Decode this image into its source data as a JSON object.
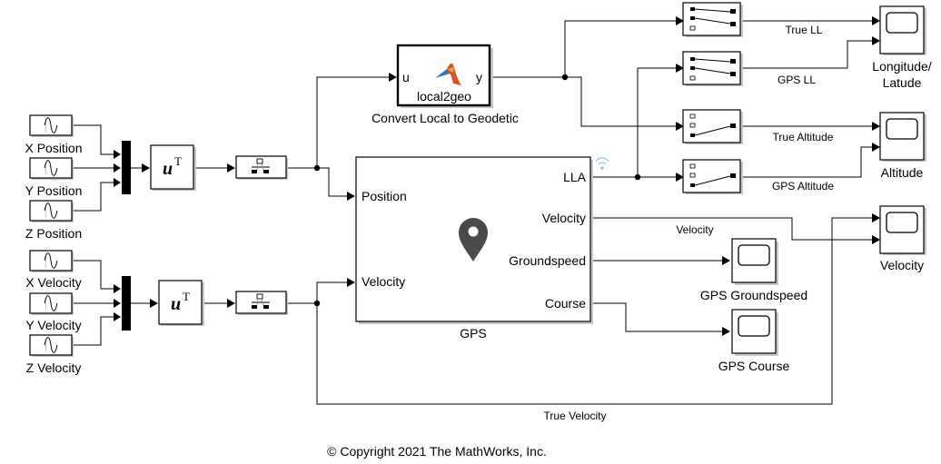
{
  "sources": {
    "position": [
      {
        "label": "X Position",
        "icon": "sine-wave-icon"
      },
      {
        "label": "Y Position",
        "icon": "sine-wave-icon"
      },
      {
        "label": "Z Position",
        "icon": "sine-wave-icon"
      }
    ],
    "velocity": [
      {
        "label": "X Velocity",
        "icon": "sine-wave-icon"
      },
      {
        "label": "Y Velocity",
        "icon": "sine-wave-icon"
      },
      {
        "label": "Z Velocity",
        "icon": "sine-wave-icon"
      }
    ]
  },
  "transpose": {
    "symbol": "u",
    "superscript": "T"
  },
  "local2geo": {
    "function_name": "local2geo",
    "input_port": "u",
    "output_port": "y",
    "caption": "Convert Local to Geodetic"
  },
  "gps": {
    "caption": "GPS",
    "inputs": [
      "Position",
      "Velocity"
    ],
    "outputs": [
      "LLA",
      "Velocity",
      "Groundspeed",
      "Course"
    ]
  },
  "signals": {
    "true_ll": "True LL",
    "gps_ll": "GPS LL",
    "true_altitude": "True Altitude",
    "gps_altitude": "GPS Altitude",
    "velocity": "Velocity",
    "true_velocity": "True Velocity"
  },
  "scopes": {
    "longitude_latitude": {
      "line1": "Longitude/",
      "line2": "Latude"
    },
    "altitude": "Altitude",
    "velocity": "Velocity",
    "gps_groundspeed": "GPS Groundspeed",
    "gps_course": "GPS Course"
  },
  "footer": {
    "copyright": "© Copyright 2021 The MathWorks, Inc."
  },
  "colors": {
    "matlab_orange": "#d9541e",
    "matlab_blue": "#2a7ab8",
    "wireless": "#9cc3e6",
    "pin": "#4a4a4a"
  }
}
